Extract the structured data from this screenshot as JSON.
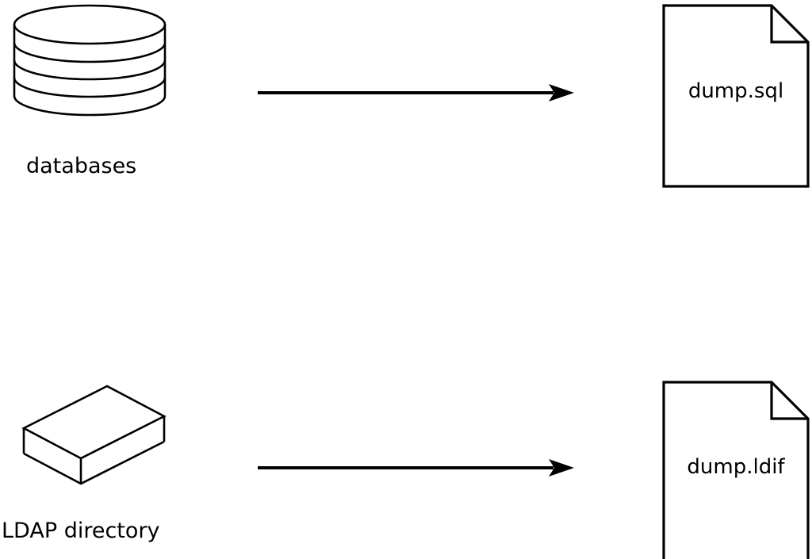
{
  "diagram": {
    "background": "#ffffff",
    "line_color": "#000000",
    "rows": [
      {
        "source": {
          "label": "databases",
          "icon": "database-cylinder"
        },
        "arrow": "right-arrow",
        "target": {
          "file_label": "dump.sql",
          "icon": "document-dogear"
        }
      },
      {
        "source": {
          "label": "LDAP directory",
          "icon": "box-3d"
        },
        "arrow": "right-arrow",
        "target": {
          "file_label": "dump.ldif",
          "icon": "document-dogear"
        }
      }
    ]
  }
}
